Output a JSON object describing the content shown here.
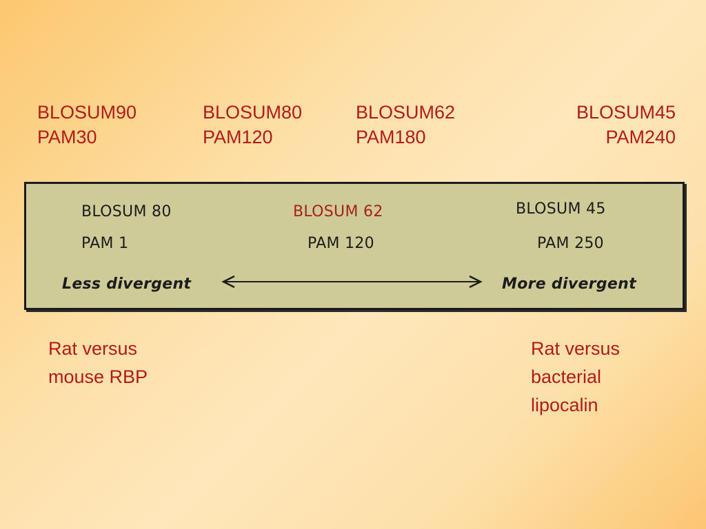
{
  "colors": {
    "accent_red": "#b31b1b",
    "panel_bg": "#cfcb99",
    "panel_border": "#1b1b1b",
    "panel_red_text": "#a52222"
  },
  "top_scale": [
    {
      "blosum": "BLOSUM90",
      "pam": "PAM30"
    },
    {
      "blosum": "BLOSUM80",
      "pam": "PAM120"
    },
    {
      "blosum": "BLOSUM62",
      "pam": "PAM180"
    },
    {
      "blosum": "BLOSUM45",
      "pam": "PAM240"
    }
  ],
  "panel": {
    "left": {
      "blosum": "BLOSUM 80",
      "pam": "PAM 1",
      "caption": "Less divergent"
    },
    "center": {
      "blosum": "BLOSUM 62",
      "pam": "PAM 120"
    },
    "right": {
      "blosum": "BLOSUM 45",
      "pam": "PAM 250",
      "caption": "More divergent"
    }
  },
  "bottom_labels": {
    "left": [
      "Rat versus",
      "mouse RBP"
    ],
    "right": [
      "Rat versus",
      "bacterial",
      "lipocalin"
    ]
  }
}
